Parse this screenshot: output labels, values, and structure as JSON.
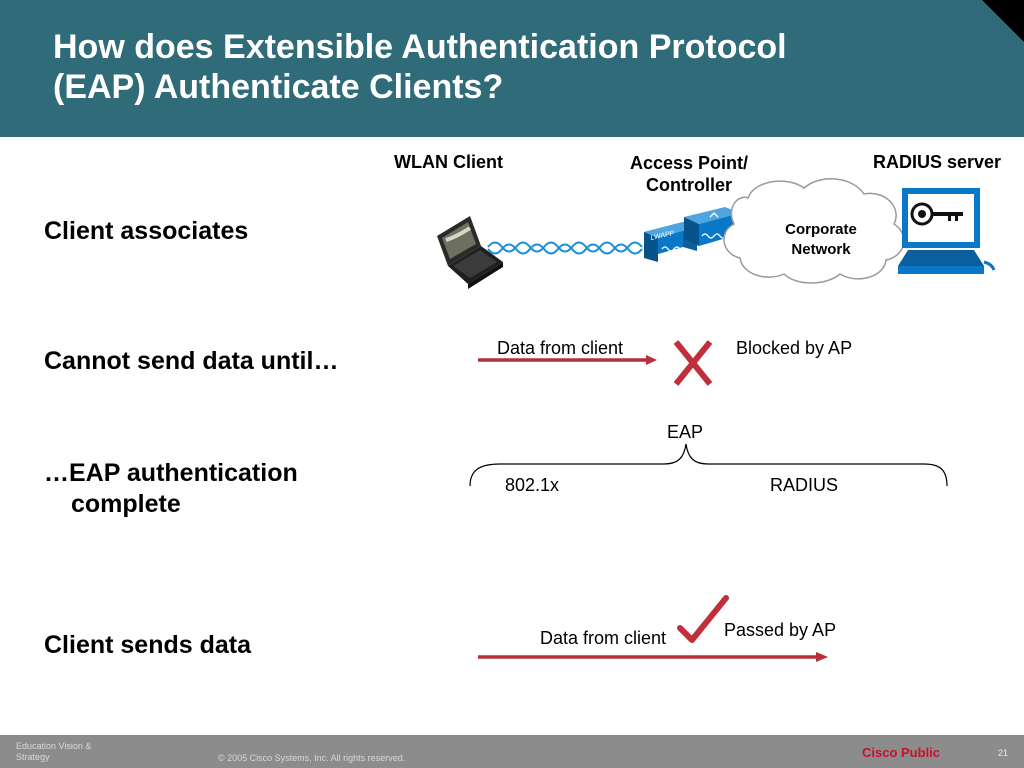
{
  "slide": {
    "title_line1": "How does Extensible Authentication Protocol",
    "title_line2": "(EAP) Authenticate Clients?"
  },
  "diagram": {
    "wlan_client": "WLAN Client",
    "ap_line1": "Access Point/",
    "ap_line2": "Controller",
    "radius_server": "RADIUS server",
    "corporate_line1": "Corporate",
    "corporate_line2": "Network",
    "ap_device_label": "LWAPP"
  },
  "steps": {
    "step1": "Client associates",
    "step2": "Cannot send data until…",
    "step3_line1": "…EAP authentication",
    "step3_line2": "complete",
    "step4": "Client sends data"
  },
  "flows": {
    "blocked_data": "Data from client",
    "blocked_status": "Blocked by AP",
    "eap": "EAP",
    "dot1x": "802.1x",
    "radius": "RADIUS",
    "passed_data": "Data from client",
    "passed_status": "Passed by AP"
  },
  "footer": {
    "left_line1": "Education Vision &",
    "left_line2": "Strategy",
    "copyright": "© 2005 Cisco Systems, Inc. All rights reserved.",
    "classification": "Cisco Public",
    "page_number": "21"
  },
  "colors": {
    "header": "#2f6b78",
    "arrow": "#b5313a",
    "device_blue": "#0a78c8",
    "cloud_stroke": "#9a9a9a",
    "footer": "#8c8c8c",
    "cisco_public": "#c8102e"
  },
  "icons": {
    "laptop": "laptop-icon",
    "access_point": "access-point-icon",
    "cloud": "cloud-icon",
    "radius": "server-key-icon",
    "blocked": "x-mark-icon",
    "passed": "check-mark-icon"
  }
}
